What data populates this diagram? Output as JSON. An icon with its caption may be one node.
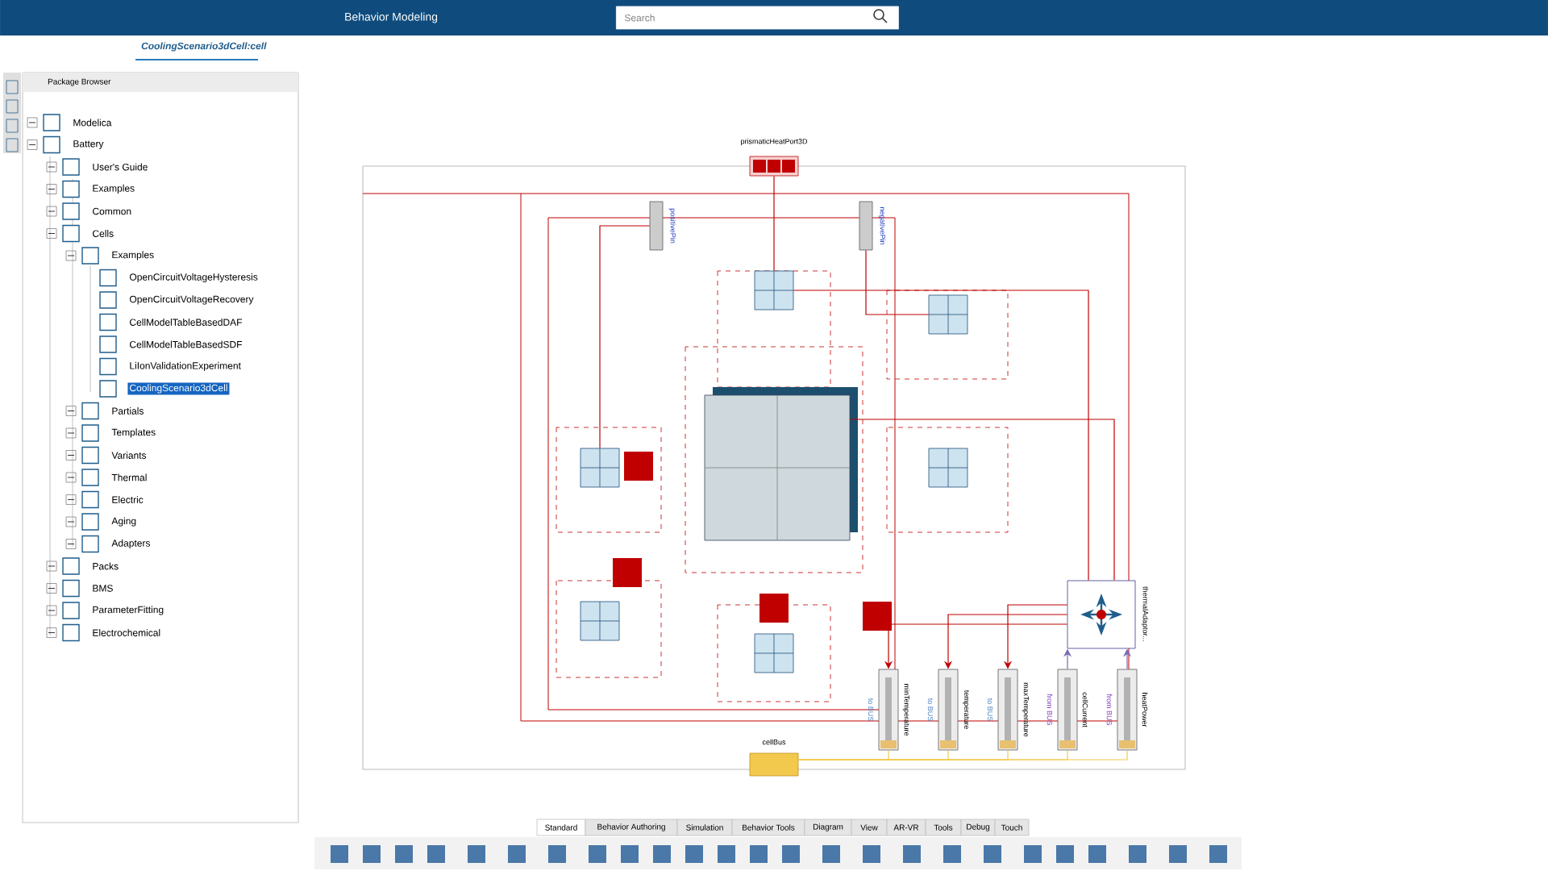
{
  "diagram": {
    "nodes": [
      {
        "text": [
          "prismaticHeatPort3D"
        ]
      },
      {
        "text": [
          "positivePin"
        ]
      },
      {
        "text": [
          "negativePin"
        ]
      },
      {
        "text": [],
        "shape": "box"
      },
      {
        "text": [],
        "shape": "box"
      },
      {
        "text": [],
        "shape": "box"
      },
      {
        "text": [],
        "shape": "box"
      },
      {
        "text": [],
        "shape": "box"
      },
      {
        "text": [],
        "shape": "box"
      },
      {
        "text": [],
        "shape": "box"
      },
      {
        "text": [
          "thermalAdaptor..."
        ]
      },
      {
        "text": [
          "to BUS",
          "minTemperature"
        ]
      },
      {
        "text": [
          "to BUS",
          "temperature"
        ]
      },
      {
        "text": [
          "to BUS",
          "maxTemperature"
        ]
      },
      {
        "text": [
          "from BUS",
          "cellCurrent"
        ]
      },
      {
        "text": [
          "from BUS",
          "heatPower"
        ]
      },
      {
        "text": [
          "cellBus"
        ]
      }
    ],
    "edges": [
      {
        "from": 0,
        "to": 3,
        "arrow": "none"
      },
      {
        "from": 1,
        "to": 5,
        "arrow": "none"
      },
      {
        "from": 2,
        "to": 4,
        "arrow": "none"
      },
      {
        "from": 6,
        "to": 10,
        "arrow": "none"
      },
      {
        "from": 3,
        "to": 10,
        "arrow": "none"
      },
      {
        "from": 10,
        "to": 11,
        "arrow": "to"
      },
      {
        "from": 10,
        "to": 12,
        "arrow": "to"
      },
      {
        "from": 10,
        "to": 13,
        "arrow": "to"
      },
      {
        "from": 14,
        "to": 10,
        "arrow": "to",
        "color": "#7b68b5"
      },
      {
        "from": 15,
        "to": 10,
        "arrow": "to",
        "color": "#7b68b5"
      },
      {
        "from": 11,
        "to": 16,
        "arrow": "none",
        "color": "#f2c94c"
      },
      {
        "from": 12,
        "to": 16,
        "arrow": "none",
        "color": "#f2c94c"
      },
      {
        "from": 13,
        "to": 16,
        "arrow": "none",
        "color": "#f2c94c"
      },
      {
        "from": 14,
        "to": 16,
        "arrow": "none",
        "color": "#f2c94c"
      },
      {
        "from": 15,
        "to": 16,
        "arrow": "none",
        "color": "#f2c94c"
      }
    ],
    "labels": [
      "Behavior Modeling",
      "CoolingScenario3dCell:cell",
      "Search",
      "Package Browser",
      "Modelica",
      "Battery",
      "User's Guide",
      "Examples",
      "Common",
      "Cells",
      "Examples",
      "OpenCircuitVoltageHysteresis",
      "OpenCircuitVoltageRecovery",
      "CellModelTableBasedDAF",
      "CellModelTableBasedSDF",
      "LiIonValidationExperiment",
      "CoolingScenario3dCell",
      "Partials",
      "Templates",
      "Variants",
      "Thermal",
      "Electric",
      "Aging",
      "Adapters",
      "Packs",
      "BMS",
      "ParameterFitting",
      "Electrochemical",
      "Standard",
      "Behavior Authoring",
      "Simulation",
      "Behavior Tools",
      "Diagram",
      "View",
      "AR-VR",
      "Tools",
      "Debug",
      "Touch"
    ]
  }
}
